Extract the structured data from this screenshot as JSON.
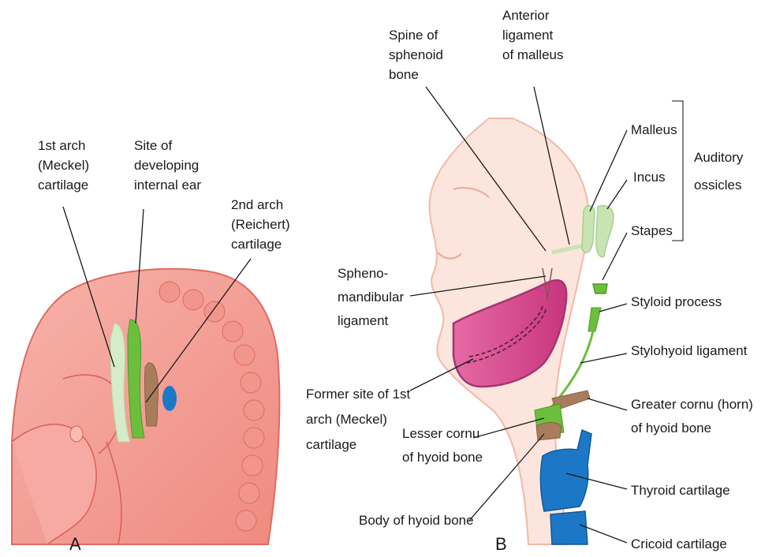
{
  "panel_a": {
    "letter": "A",
    "labels": {
      "meckel": [
        "1st arch",
        "(Meckel)",
        "cartilage"
      ],
      "ear": [
        "Site of",
        "developing",
        "internal ear"
      ],
      "reichert": [
        "2nd arch",
        "(Reichert)",
        "cartilage"
      ]
    }
  },
  "panel_b": {
    "letter": "B",
    "labels": {
      "spine": [
        "Spine of",
        "sphenoid",
        "bone"
      ],
      "anterior_lig": [
        "Anterior",
        "ligament",
        "of malleus"
      ],
      "malleus": "Malleus",
      "incus": "Incus",
      "stapes": "Stapes",
      "auditory": [
        "Auditory",
        "ossicles"
      ],
      "spheno": [
        "Spheno-",
        "mandibular",
        "ligament"
      ],
      "styloid": "Styloid process",
      "stylohyoid": "Stylohyoid ligament",
      "former_site": [
        "Former site of 1st",
        "arch (Meckel)",
        "cartilage"
      ],
      "greater_cornu": [
        "Greater cornu (horn)",
        "of hyoid bone"
      ],
      "lesser_cornu": [
        "Lesser cornu",
        "of hyoid bone"
      ],
      "thyroid": "Thyroid cartilage",
      "body_hyoid": "Body of hyoid bone",
      "cricoid": "Cricoid cartilage"
    }
  },
  "colors": {
    "embryo": "#f4a29a",
    "embryo_dark": "#e9766d",
    "meckel": "#d6ebc8",
    "reichert": "#6bbf3c",
    "brown": "#a77d5c",
    "blue": "#1c78c7",
    "face_skin": "#fbe5dc",
    "mandible": "#d94c90",
    "ossicle": "#c9e4b3"
  }
}
